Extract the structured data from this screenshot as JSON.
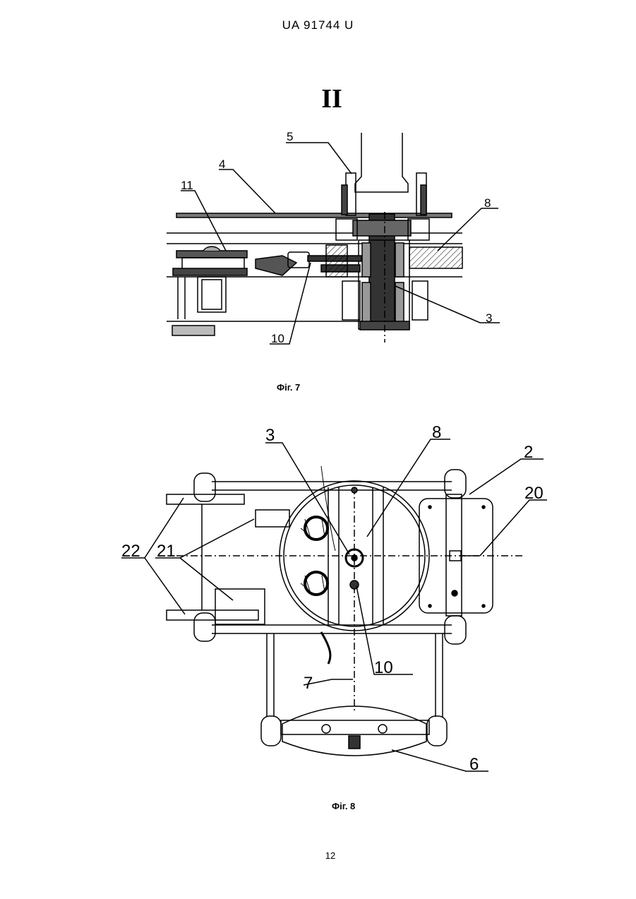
{
  "header": {
    "doc_number": "UA   91744   U"
  },
  "section_mark": "II",
  "figure7": {
    "caption": "Фіг. 7",
    "labels": {
      "l5": "5",
      "l4": "4",
      "l11": "11",
      "l8": "8",
      "l3": "3",
      "l10": "10"
    }
  },
  "figure8": {
    "caption": "Фіг. 8",
    "labels": {
      "l3": "3",
      "l8": "8",
      "l2": "2",
      "l20": "20",
      "l22": "22",
      "l21": "21",
      "l10": "10",
      "l7": "7",
      "l6": "6"
    }
  },
  "footer": {
    "page_number": "12"
  }
}
